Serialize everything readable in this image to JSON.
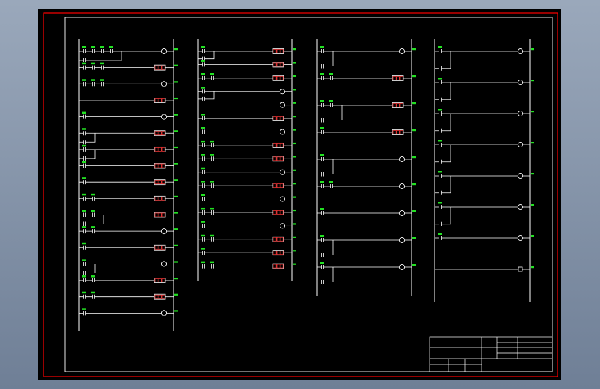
{
  "drawing": {
    "background": "#000000",
    "outer_border_color": "#ff0000",
    "inner_border_color": "#ffffff",
    "wire_color": "#ffffff",
    "label_color": "#23e023",
    "function_block_cell_color": "#ff3a3a"
  },
  "title_block": {
    "title": "",
    "fields": []
  },
  "columns": [
    {
      "id": "network-1",
      "rungs": [
        {
          "contacts": 4,
          "output": "coil",
          "branch": true
        },
        {
          "contacts": 3,
          "output": "block"
        },
        {
          "contacts": 3,
          "output": "coil"
        },
        {
          "contacts": 0,
          "output": "block"
        },
        {
          "contacts": 1,
          "output": "coil"
        },
        {
          "contacts": 1,
          "output": "block",
          "branch": true
        },
        {
          "contacts": 1,
          "output": "block",
          "branch": true
        },
        {
          "contacts": 1,
          "output": "block"
        },
        {
          "contacts": 1,
          "output": "block"
        },
        {
          "contacts": 2,
          "output": "block"
        },
        {
          "contacts": 2,
          "output": "block",
          "branch": true
        },
        {
          "contacts": 2,
          "output": "coil"
        },
        {
          "contacts": 1,
          "output": "block"
        },
        {
          "contacts": 1,
          "output": "coil",
          "branch": true
        },
        {
          "contacts": 2,
          "output": "block"
        },
        {
          "contacts": 2,
          "output": "block"
        },
        {
          "contacts": 1,
          "output": "coil"
        }
      ]
    },
    {
      "id": "network-2",
      "rungs": [
        {
          "contacts": 1,
          "output": "block",
          "branch": true
        },
        {
          "contacts": 1,
          "output": "block"
        },
        {
          "contacts": 2,
          "output": "block"
        },
        {
          "contacts": 1,
          "output": "coil",
          "branch": true
        },
        {
          "contacts": 0,
          "output": "coil"
        },
        {
          "contacts": 1,
          "output": "block"
        },
        {
          "contacts": 1,
          "output": "coil"
        },
        {
          "contacts": 2,
          "output": "block"
        },
        {
          "contacts": 2,
          "output": "block"
        },
        {
          "contacts": 1,
          "output": "coil"
        },
        {
          "contacts": 2,
          "output": "block"
        },
        {
          "contacts": 1,
          "output": "coil"
        },
        {
          "contacts": 2,
          "output": "block"
        },
        {
          "contacts": 1,
          "output": "coil"
        },
        {
          "contacts": 2,
          "output": "block"
        },
        {
          "contacts": 1,
          "output": "block"
        },
        {
          "contacts": 2,
          "output": "block"
        }
      ]
    },
    {
      "id": "network-3",
      "rungs": [
        {
          "contacts": 1,
          "output": "coil",
          "branch": true
        },
        {
          "contacts": 2,
          "output": "block"
        },
        {
          "contacts": 2,
          "output": "block",
          "branch": true
        },
        {
          "contacts": 1,
          "output": "block"
        },
        {
          "contacts": 1,
          "output": "coil",
          "branch": true
        },
        {
          "contacts": 2,
          "output": "coil"
        },
        {
          "contacts": 1,
          "output": "coil"
        },
        {
          "contacts": 1,
          "output": "coil",
          "branch": true
        },
        {
          "contacts": 1,
          "output": "coil",
          "branch": true
        }
      ]
    },
    {
      "id": "network-4",
      "rungs": [
        {
          "contacts": 1,
          "output": "coil",
          "branch": true
        },
        {
          "contacts": 1,
          "output": "coil",
          "branch": true
        },
        {
          "contacts": 1,
          "output": "coil",
          "branch": true
        },
        {
          "contacts": 1,
          "output": "coil",
          "branch": true
        },
        {
          "contacts": 1,
          "output": "coil",
          "branch": true
        },
        {
          "contacts": 1,
          "output": "coil",
          "branch": true
        },
        {
          "contacts": 1,
          "output": "coil"
        },
        {
          "contacts": 0,
          "output": "box"
        }
      ]
    }
  ]
}
